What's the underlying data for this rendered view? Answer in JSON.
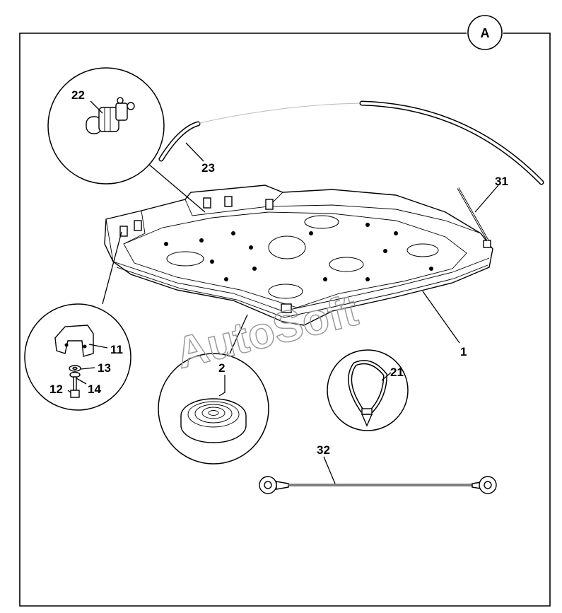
{
  "section_label": "A",
  "watermark": "AutoSoft",
  "callouts": {
    "c1": "1",
    "c2": "2",
    "c11": "11",
    "c12": "12",
    "c13": "13",
    "c14": "14",
    "c21": "21",
    "c22": "22",
    "c23": "23",
    "c31": "31",
    "c32": "32"
  }
}
